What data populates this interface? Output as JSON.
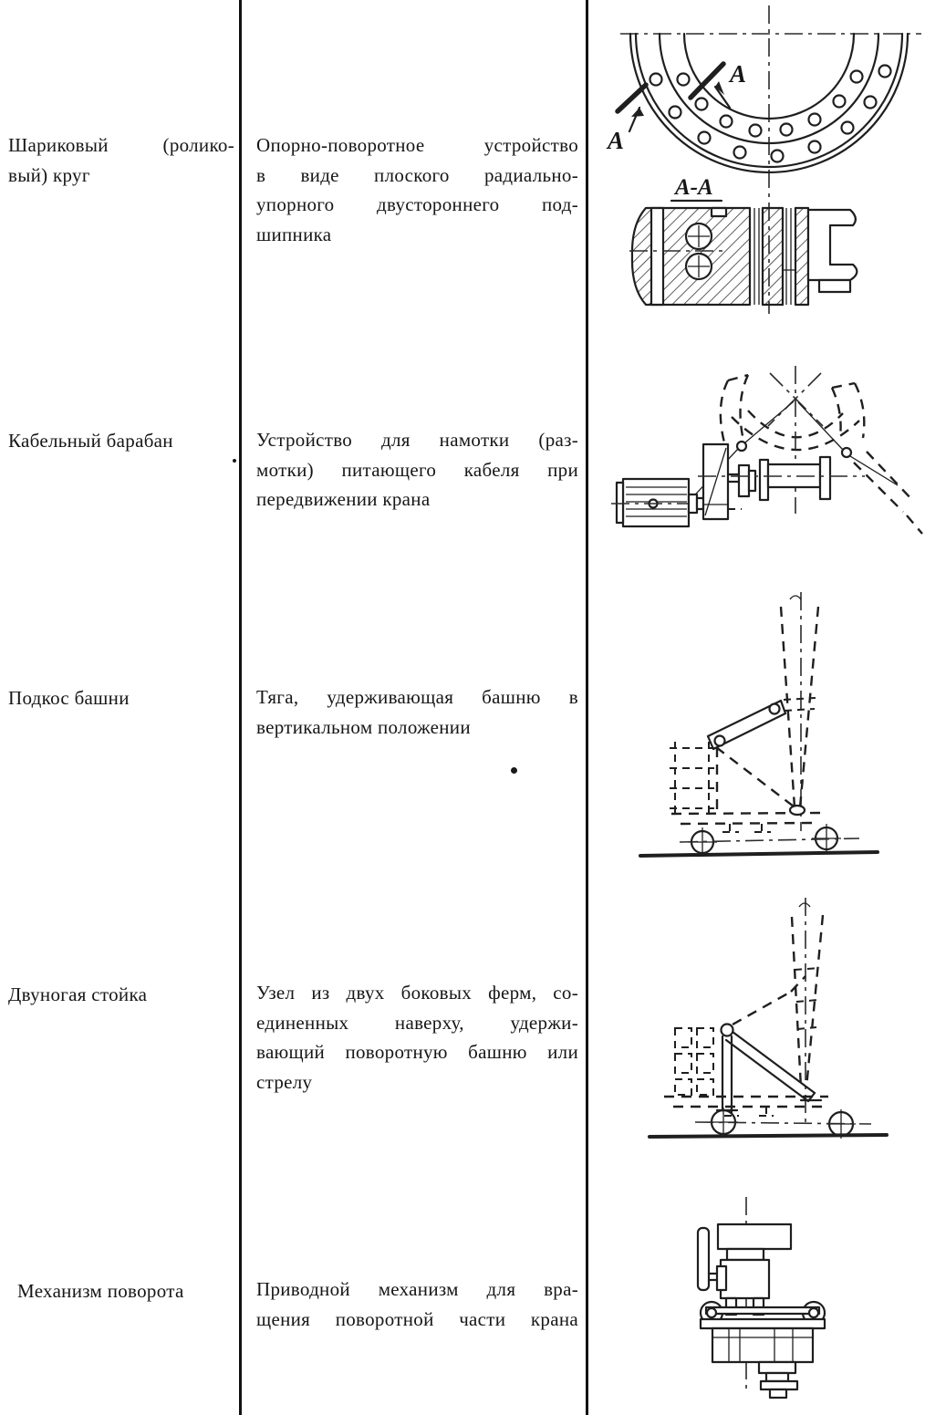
{
  "page": {
    "kind": "scanned-reference-table",
    "language": "ru",
    "columns": [
      "term",
      "definition",
      "figure"
    ]
  },
  "rows": [
    {
      "term": "Шариковый (роликовый) круг",
      "term_lines": [
        "Шариковый (ролико-",
        "вый) круг"
      ],
      "definition": "Опорно-поворотное устройство в виде плоского радиально-упорного двустороннего подшипника",
      "definition_lines": [
        "Опорно-поворотное устройство",
        "в виде плоского радиально-",
        "упорного двустороннего под-",
        "шипника"
      ],
      "figure": "ball-roller-ring-plan-and-section"
    },
    {
      "term": "Кабельный барабан",
      "term_lines": [
        "Кабельный барабан"
      ],
      "definition": "Устройство для намотки (размотки) питающего кабеля при передвижении крана",
      "definition_lines": [
        "Устройство для намотки (раз-",
        "мотки) питающего кабеля при",
        "передвижении крана"
      ],
      "figure": "cable-drum-with-motor"
    },
    {
      "term": "Подкос башни",
      "term_lines": [
        "Подкос башни"
      ],
      "definition": "Тяга, удерживающая башню в вертикальном положении",
      "definition_lines": [
        "Тяга, удерживающая башню в",
        "вертикальном положении"
      ],
      "figure": "tower-brace-scheme"
    },
    {
      "term": "Двуногая стойка",
      "term_lines": [
        "Двуногая стойка"
      ],
      "definition": "Узел из двух боковых ферм, соединенных наверху, удерживающий поворотную башню или стрелу",
      "definition_lines": [
        "Узел из двух боковых ферм, со-",
        "единенных наверху, удержи-",
        "вающий поворотную башню или",
        "стрелу"
      ],
      "figure": "two-leg-stand-scheme"
    },
    {
      "term": "Механизм поворота",
      "term_lines": [
        "Механизм поворота"
      ],
      "definition": "Приводной механизм для вращения поворотной части крана",
      "definition_lines": [
        "Приводной механизм для вра-",
        "щения поворотной части крана"
      ],
      "figure": "slewing-mechanism-drawing"
    }
  ],
  "figures": {
    "ring": {
      "section_label": "А-А",
      "arrow_labels": [
        "А",
        "А"
      ]
    }
  },
  "colors": {
    "ink": "#1f1f1f",
    "paper": "#ffffff"
  }
}
